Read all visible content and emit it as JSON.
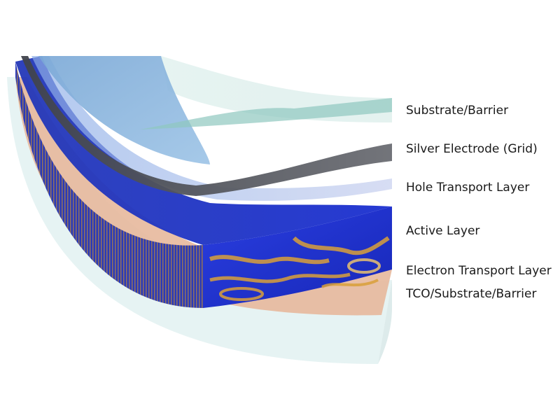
{
  "diagram": {
    "layers": [
      {
        "id": "substrate-barrier-top",
        "label": "Substrate/Barrier",
        "color": "#bfe0da"
      },
      {
        "id": "silver-electrode",
        "label": "Silver Electrode (Grid)",
        "color": "#5f6066"
      },
      {
        "id": "hole-transport",
        "label": "Hole Transport Layer",
        "color": "#aebde6"
      },
      {
        "id": "active",
        "label": "Active Layer",
        "color": "#1a2fc4",
        "accent": "#d9a03a"
      },
      {
        "id": "electron-transport",
        "label": "Electron Transport Layer",
        "color": "#e7b89c"
      },
      {
        "id": "tco-substrate-barrier",
        "label": "TCO/Substrate/Barrier",
        "color": "#d3e6e6"
      }
    ]
  }
}
